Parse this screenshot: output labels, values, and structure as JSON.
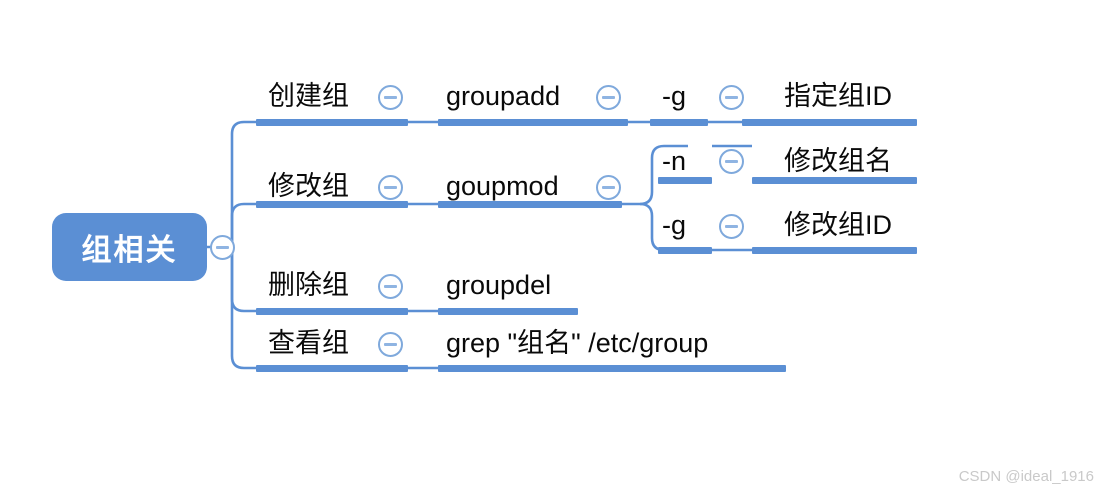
{
  "meta": {
    "watermark": "CSDN @ideal_1916",
    "accent_color": "#5B8FD4",
    "icon_color": "#7FA9DC",
    "root_text_color": "#FFFFFF",
    "topic_text_color": "#0A0A0A",
    "background": "#FFFFFF"
  },
  "mindmap": {
    "root": {
      "label": "组相关",
      "collapse_icon": "circle-minus-icon"
    },
    "branches": [
      {
        "id": "create-group",
        "label": "创建组",
        "collapse_icon": "circle-minus-icon",
        "children": [
          {
            "id": "groupadd",
            "label": "groupadd",
            "collapse_icon": "circle-minus-icon",
            "children": [
              {
                "id": "flag-g-add",
                "label": "-g",
                "collapse_icon": "circle-minus-icon",
                "children": [
                  {
                    "id": "specify-gid",
                    "label": "指定组ID",
                    "collapse_icon": null,
                    "children": []
                  }
                ]
              }
            ]
          }
        ]
      },
      {
        "id": "modify-group",
        "label": "修改组",
        "collapse_icon": "circle-minus-icon",
        "children": [
          {
            "id": "goupmod",
            "label": "goupmod",
            "collapse_icon": "circle-minus-icon",
            "children": [
              {
                "id": "flag-n",
                "label": "-n",
                "collapse_icon": "circle-minus-icon",
                "children": [
                  {
                    "id": "rename-group",
                    "label": "修改组名",
                    "collapse_icon": null,
                    "children": []
                  }
                ]
              },
              {
                "id": "flag-g-mod",
                "label": "-g",
                "collapse_icon": "circle-minus-icon",
                "children": [
                  {
                    "id": "change-gid",
                    "label": "修改组ID",
                    "collapse_icon": null,
                    "children": []
                  }
                ]
              }
            ]
          }
        ]
      },
      {
        "id": "delete-group",
        "label": "删除组",
        "collapse_icon": "circle-minus-icon",
        "children": [
          {
            "id": "groupdel",
            "label": "groupdel",
            "collapse_icon": null,
            "children": []
          }
        ]
      },
      {
        "id": "view-group",
        "label": "查看组",
        "collapse_icon": "circle-minus-icon",
        "children": [
          {
            "id": "grep-group",
            "label": "grep \"组名\"  /etc/group",
            "collapse_icon": null,
            "children": []
          }
        ]
      }
    ]
  }
}
